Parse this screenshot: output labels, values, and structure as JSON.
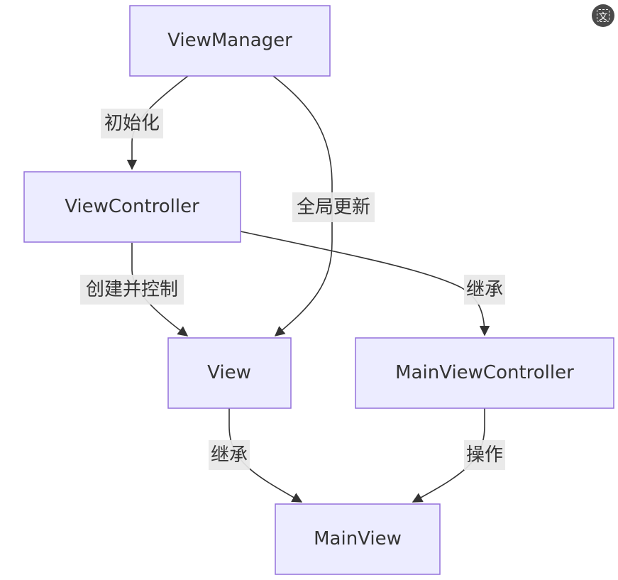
{
  "nodes": {
    "view_manager": "ViewManager",
    "view_controller": "ViewController",
    "view": "View",
    "main_view_controller": "MainViewController",
    "main_view": "MainView"
  },
  "edges": {
    "initialize": "初始化",
    "global_update": "全局更新",
    "create_and_control": "创建并控制",
    "inherit_controller": "继承",
    "inherit_view": "继承",
    "operate": "操作"
  },
  "toolbar": {
    "translate_glyph": "文"
  },
  "icons": {
    "translate": "translate-icon"
  },
  "colors": {
    "node_fill": "#ececff",
    "node_stroke": "#9370db",
    "edge": "#333333",
    "label_bg": "#e8e8e8"
  }
}
